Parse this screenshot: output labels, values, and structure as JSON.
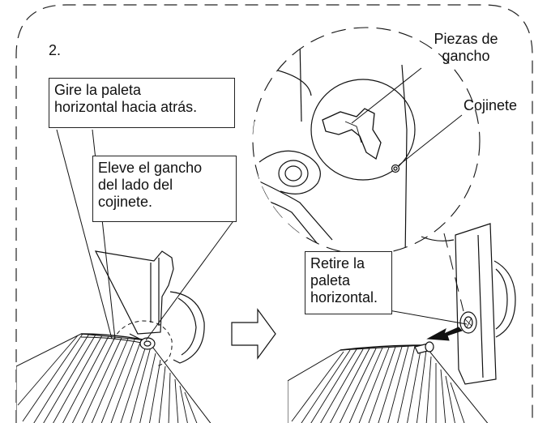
{
  "step_number": "2.",
  "callouts": {
    "rotate_flap": "Gire la paleta\nhorizontal hacia atrás.",
    "lift_hook": "Eleve el gancho\ndel lado del\ncojinete.",
    "remove_flap": "Retire la\npaleta\nhorizontal."
  },
  "part_labels": {
    "hook_parts": "Piezas de\ngancho",
    "bearing": "Cojinete"
  },
  "icons": {
    "step_arrow": "hollow-right-arrow",
    "removal_arrow": "solid-pull-arrow"
  },
  "colors": {
    "line": "#111111",
    "background": "#ffffff"
  }
}
